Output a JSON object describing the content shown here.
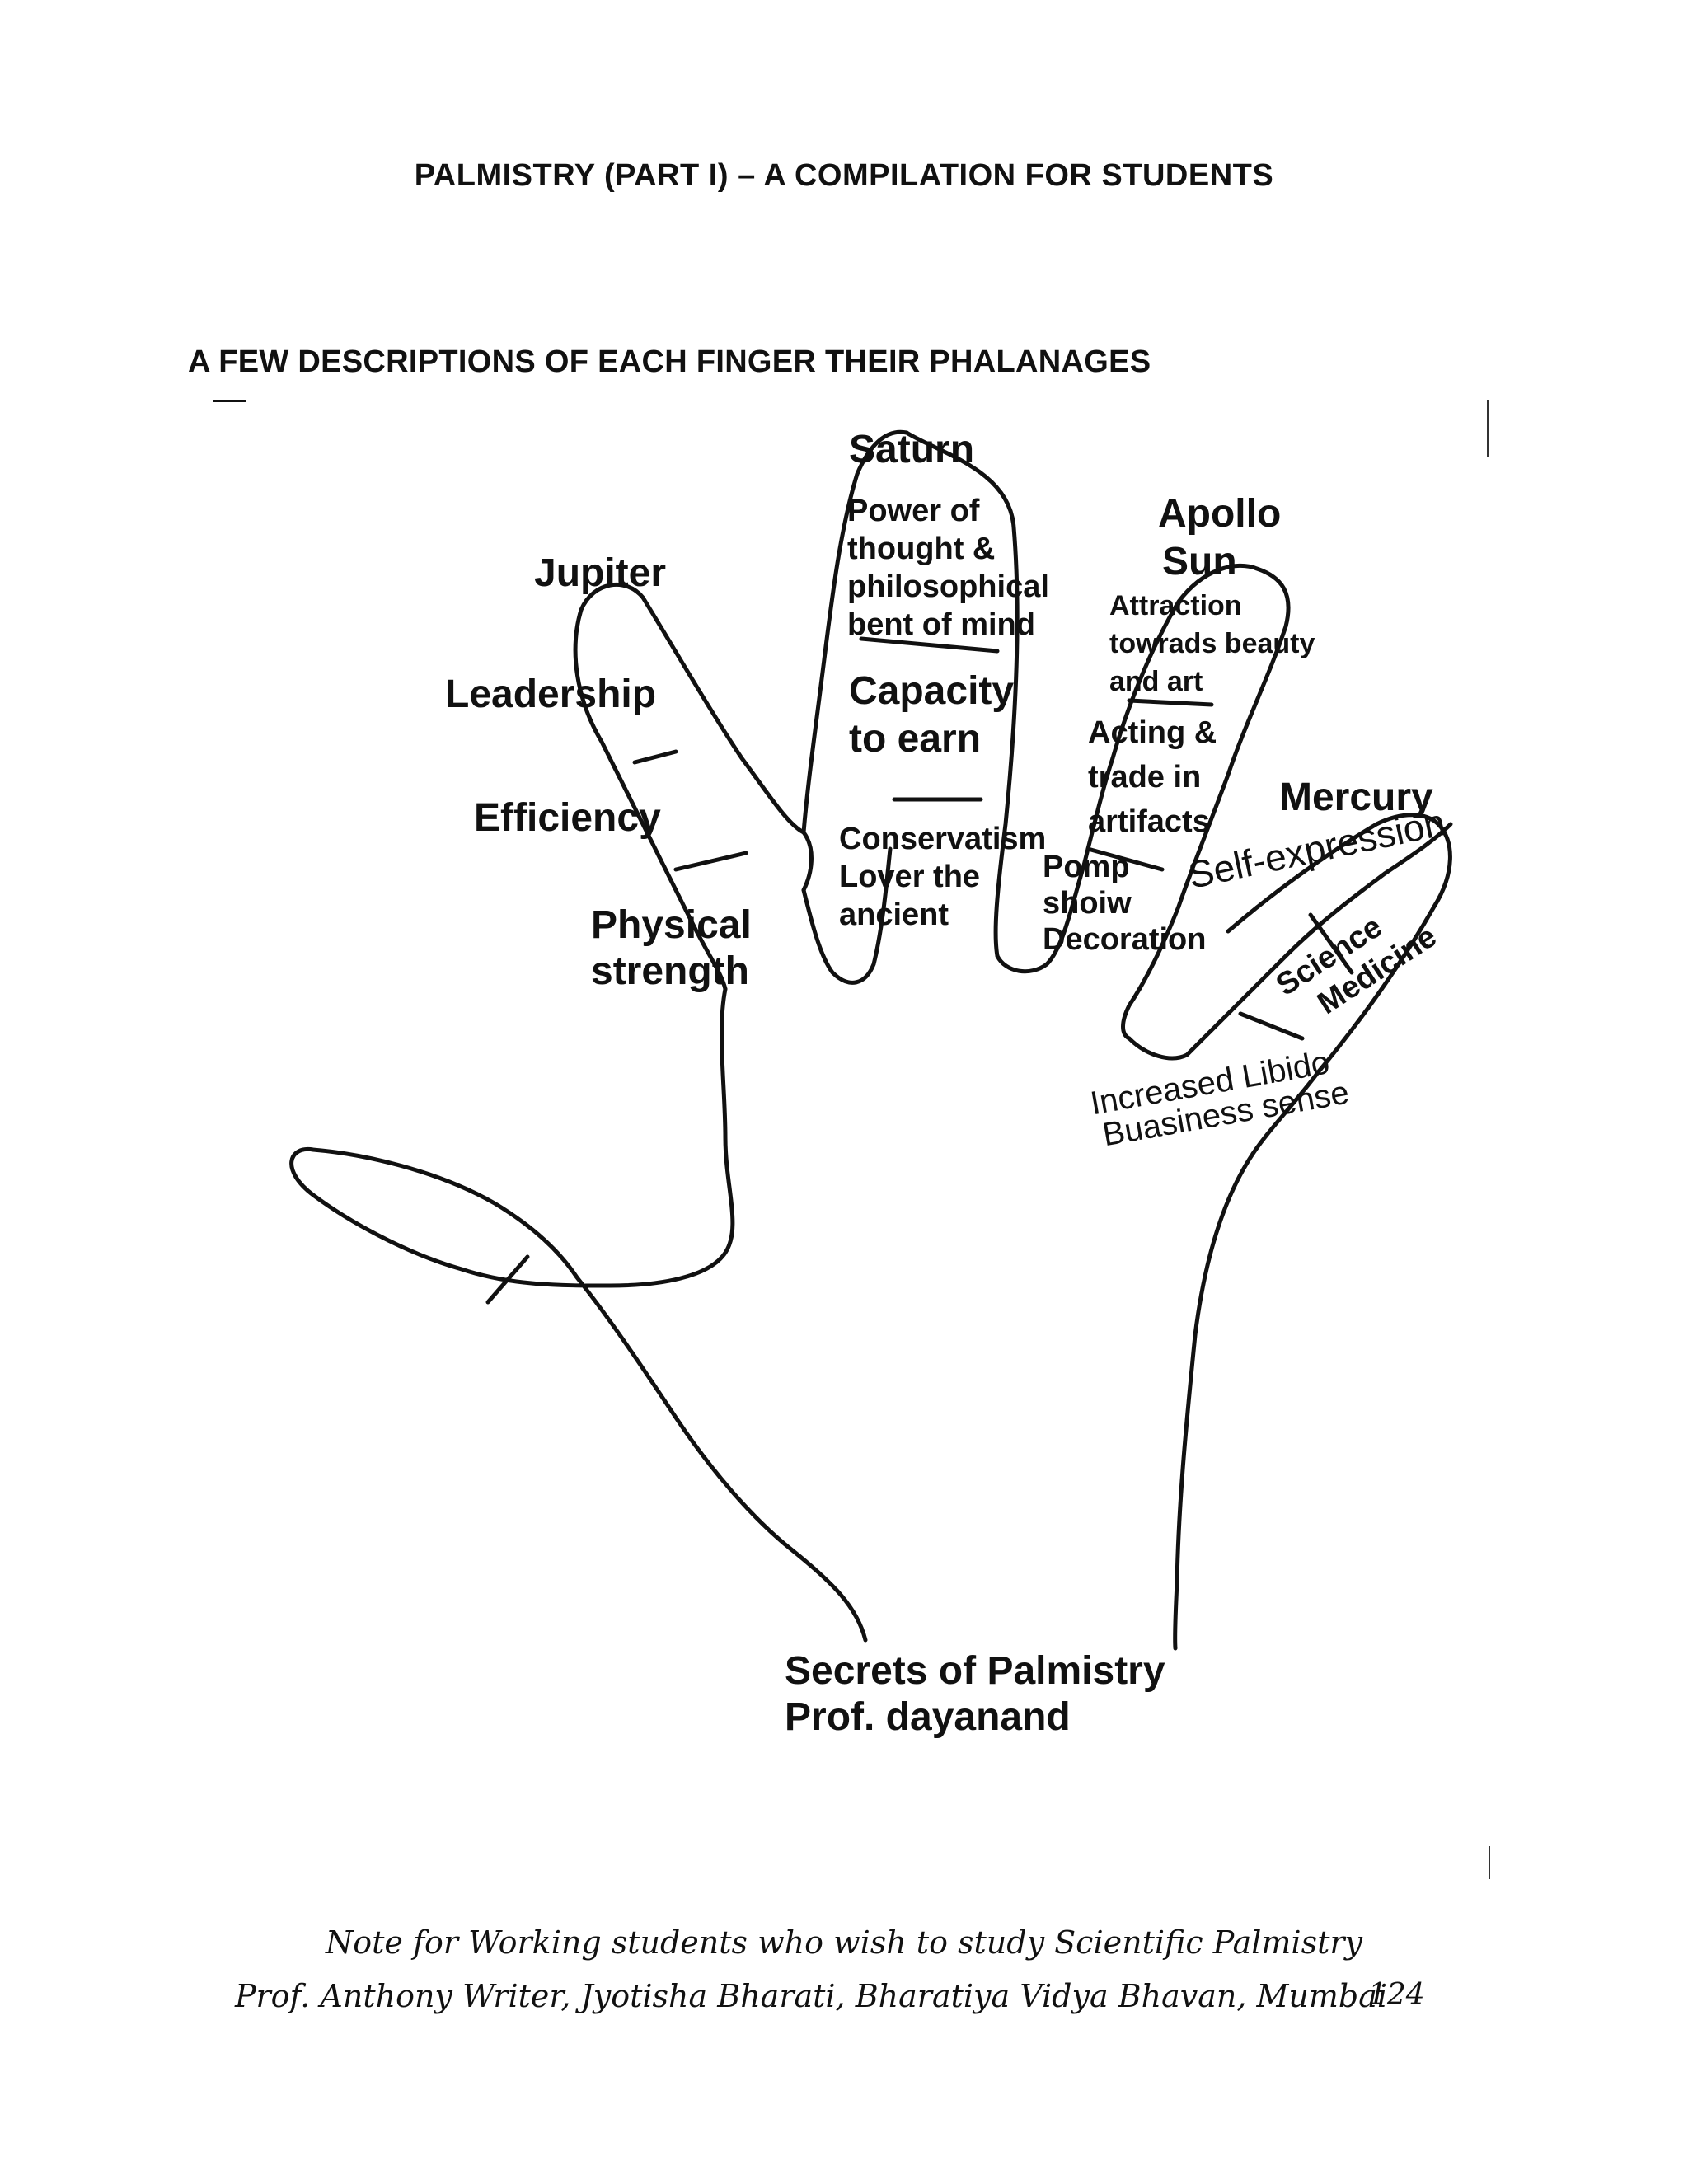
{
  "header": {
    "title": "PALMISTRY   (PART I) – A COMPILATION FOR STUDENTS"
  },
  "subtitle": "A FEW  DESCRIPTIONS OF EACH FINGER THEIR PHALANAGES",
  "labels": {
    "jupiter": "Jupiter",
    "leadership": "Leadership",
    "efficiency": "Efficiency",
    "physical_strength": [
      "Physical",
      "strength"
    ],
    "saturn": "Saturn",
    "saturn_top": [
      "Power of",
      "thought &",
      "philosophical",
      "bent of mind"
    ],
    "saturn_mid": [
      "Capacity",
      "to earn"
    ],
    "saturn_low": [
      "Conservatism",
      "Lover the",
      "ancient"
    ],
    "apollo": [
      "Apollo",
      "Sun"
    ],
    "apollo_top": [
      "Attraction",
      "towrads beauty",
      "and art"
    ],
    "apollo_mid": [
      "Acting &",
      "trade in",
      "artifacts"
    ],
    "apollo_low": [
      "Pomp",
      "shoiw",
      "Decoration"
    ],
    "mercury": "Mercury",
    "mercury_top": "Self-expression",
    "mercury_mid": [
      "Science",
      "Medicine"
    ],
    "mercury_low": [
      "Increased Libido",
      "Buasiness sense"
    ]
  },
  "source": [
    "Secrets of Palmistry",
    "Prof. dayanand"
  ],
  "footer": {
    "line1": "Note for Working students who wish to study Scientific Palmistry",
    "line2": "Prof. Anthony Writer, Jyotisha Bharati, Bharatiya Vidya Bhavan,  Mumbai",
    "page_number": "124"
  }
}
